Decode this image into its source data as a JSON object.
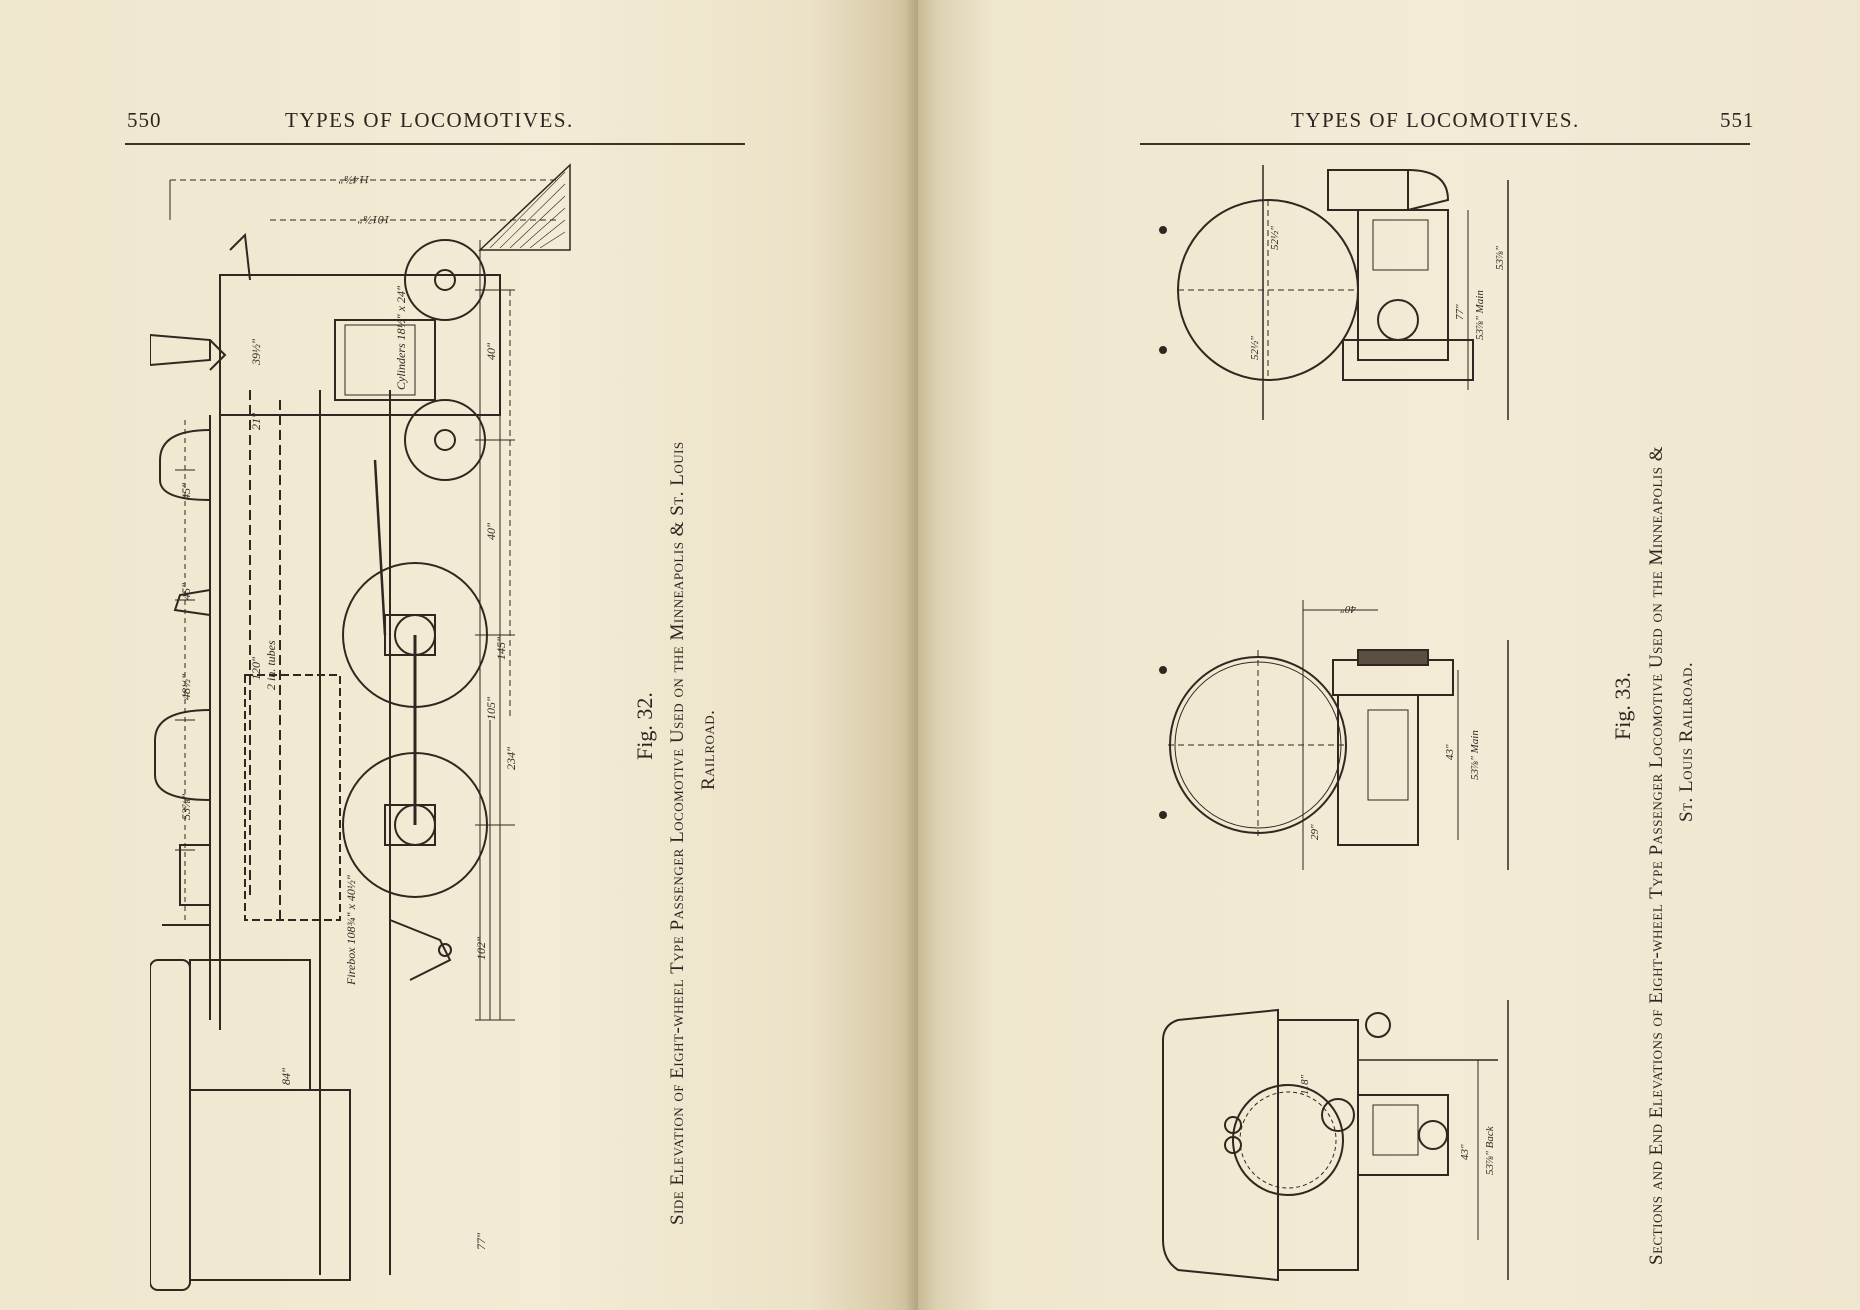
{
  "left_page": {
    "page_number": "550",
    "running_head": "TYPES OF LOCOMOTIVES.",
    "figure": {
      "label": "Fig. 32.",
      "caption_line1": "Side Elevation of Eight-wheel Type Passenger Locomotive Used on the Minneapolis & St. Louis",
      "caption_line2": "Railroad.",
      "annotations": {
        "cylinders": "Cylinders 18½\" x 24\"",
        "tubes": "2 in. tubes",
        "firebox": "Firebox 108¾\" x 40½\"",
        "d_top": "114⅞\"",
        "d_101": "101⅞\"",
        "d_40a": "40\"",
        "d_40b": "40\"",
        "d_105": "105\"",
        "d_145": "145\"",
        "d_234": "234\"",
        "d_102": "102\"",
        "d_77": "77\"",
        "d_45a": "45\"",
        "d_45b": "45\"",
        "d_48": "48½\"",
        "d_53": "53⅞\"",
        "d_84": "84\"",
        "d_120": "120\"",
        "d_21": "21\"",
        "d_39": "39½\""
      }
    }
  },
  "right_page": {
    "page_number": "551",
    "running_head": "TYPES OF LOCOMOTIVES.",
    "figure": {
      "label": "Fig. 33.",
      "caption_line1": "Sections and End Elevations of Eight-wheel Type Passenger Locomotive Used on the Minneapolis &",
      "caption_line2": "St. Louis Railroad.",
      "annotations": {
        "d_52a": "52½\"",
        "d_52b": "52½\"",
        "d_77": "77\"",
        "d_53main": "53⅞\" Main",
        "d_53": "53⅞\"",
        "d_40": "40\"",
        "d_43a": "43\"",
        "d_53mid": "53⅞\" Main",
        "d_29": "29\"",
        "d_118": "118\"",
        "d_43b": "43\"",
        "d_53back": "53⅞\" Back"
      }
    }
  }
}
